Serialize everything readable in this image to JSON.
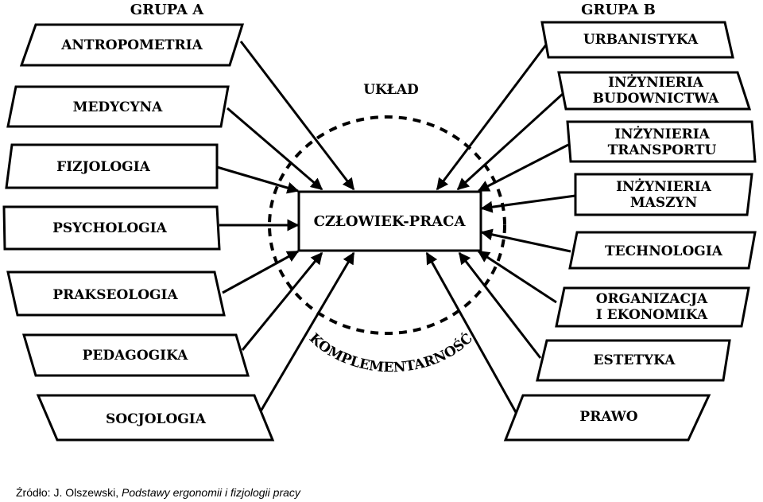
{
  "groups": {
    "a": {
      "title": "GRUPA A",
      "boxes": [
        "ANTROPOMETRIA",
        "MEDYCYNA",
        "FIZJOLOGIA",
        "PSYCHOLOGIA",
        "PRAKSEOLOGIA",
        "PEDAGOGIKA",
        "SOCJOLOGIA"
      ]
    },
    "b": {
      "title": "GRUPA B",
      "boxes": [
        [
          "URBANISTYKA"
        ],
        [
          "INŻYNIERIA",
          "BUDOWNICTWA"
        ],
        [
          "INŻYNIERIA",
          "TRANSPORTU"
        ],
        [
          "INŻYNIERIA",
          "MASZYN"
        ],
        [
          "TECHNOLOGIA"
        ],
        [
          "ORGANIZACJA",
          "I EKONOMIKA"
        ],
        [
          "ESTETYKA"
        ],
        [
          "PRAWO"
        ]
      ]
    }
  },
  "center": {
    "label": "CZŁOWIEK-PRACA"
  },
  "circle": {
    "top_label": "UKŁAD",
    "bottom_label": "KOMPLEMENTARNOŚĆ"
  },
  "caption": {
    "prefix": "Źródło: J. Olszewski, ",
    "title": "Podstawy ergonomii i  fizjologii pracy"
  }
}
